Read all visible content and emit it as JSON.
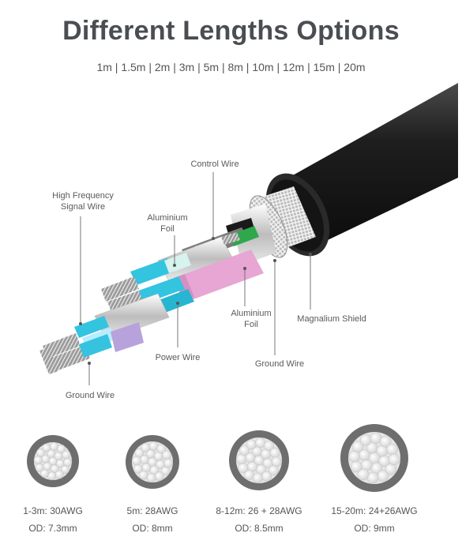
{
  "title": "Different Lengths Options",
  "lengths": "1m | 1.5m | 2m | 3m | 5m | 8m | 10m | 12m | 15m | 20m",
  "callouts": {
    "high_frequency_line1": "High Frequency",
    "high_frequency_line2": "Signal Wire",
    "aluminium_foil_top_line1": "Aluminium",
    "aluminium_foil_top_line2": "Foil",
    "control_wire": "Control Wire",
    "aluminium_foil_bottom_line1": "Aluminium",
    "aluminium_foil_bottom_line2": "Foil",
    "magnalium_shield": "Magnalium Shield",
    "ground_wire_center": "Ground Wire",
    "power_wire": "Power Wire",
    "ground_wire_left": "Ground Wire"
  },
  "gauges": [
    {
      "spec": "1-3m: 30AWG",
      "od": "OD: 7.3mm"
    },
    {
      "spec": "5m: 28AWG",
      "od": "OD: 8mm"
    },
    {
      "spec": "8-12m: 26 + 28AWG",
      "od": "OD: 8.5mm"
    },
    {
      "spec": "15-20m: 24+26AWG",
      "od": "OD: 9mm"
    }
  ],
  "colors": {
    "jacket": "#1c1c1c",
    "braid": "#c9c9c9",
    "cyan_insulation": "#33c4e0",
    "pink_insulation": "#e7a6d3",
    "purple_insulation": "#b7a2dc",
    "green_wire": "#2ea84a",
    "red_wire": "#cf2130",
    "gauge_ring": "#6e6e6e"
  }
}
